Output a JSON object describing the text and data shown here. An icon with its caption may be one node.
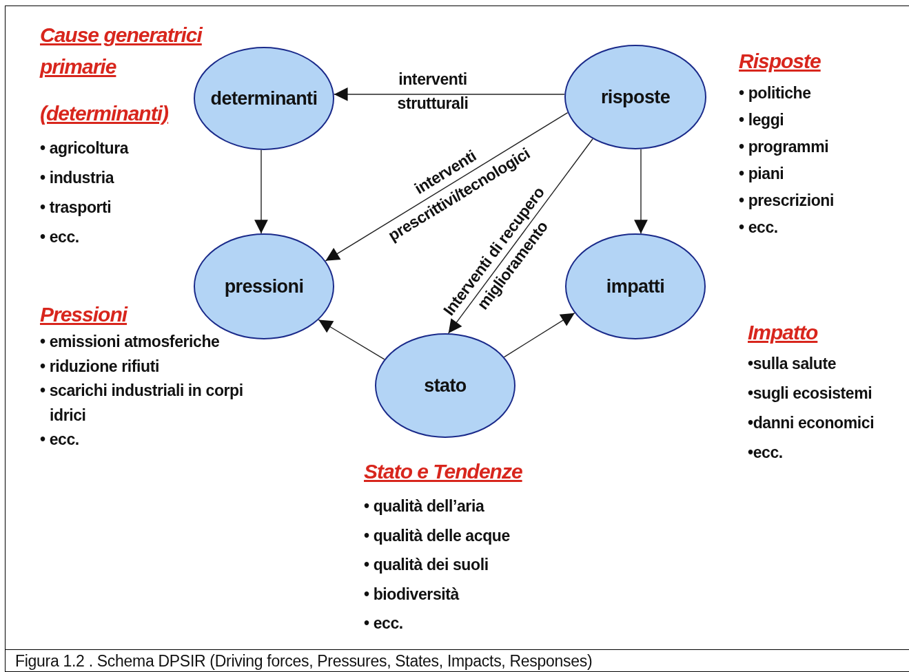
{
  "diagram": {
    "caption": "Figura 1.2 . Schema DPSIR (Driving forces, Pressures, States, Impacts, Responses)",
    "nodes": [
      {
        "text": [
          "determinanti"
        ]
      },
      {
        "text": [
          "risposte"
        ]
      },
      {
        "text": [
          "pressioni"
        ]
      },
      {
        "text": [
          "impatti"
        ]
      },
      {
        "text": [
          "stato"
        ]
      }
    ],
    "edges": [
      {
        "from": 1,
        "to": 0,
        "arrow": "to",
        "label": "interventi strutturali"
      },
      {
        "from": 0,
        "to": 2,
        "arrow": "to"
      },
      {
        "from": 1,
        "to": 3,
        "arrow": "to"
      },
      {
        "from": 1,
        "to": 2,
        "arrow": "to",
        "label": "interventi prescrittivi/tecnologici"
      },
      {
        "from": 1,
        "to": 4,
        "arrow": "to",
        "label": "Interventi di recupero miglioramento"
      },
      {
        "from": 4,
        "to": 2,
        "arrow": "to"
      },
      {
        "from": 4,
        "to": 3,
        "arrow": "to"
      }
    ],
    "labels": [
      "Cause generatrici primarie",
      "(determinanti)",
      "• agricoltura",
      "• industria",
      "• trasporti",
      "• ecc.",
      "Risposte",
      "• politiche",
      "• leggi",
      "• programmi",
      "• piani",
      "• prescrizioni",
      "• ecc.",
      "Pressioni",
      "• emissioni atmosferiche",
      "• riduzione rifiuti",
      "• scarichi industriali in corpi idrici",
      "• ecc.",
      "Impatto",
      "•sulla salute",
      "•sugli ecosistemi",
      "•danni economici",
      "•ecc.",
      "Stato e Tendenze",
      "• qualità dell’aria",
      "• qualità delle acque",
      "• qualità dei suoli",
      "• biodiversità",
      "• ecc."
    ]
  }
}
